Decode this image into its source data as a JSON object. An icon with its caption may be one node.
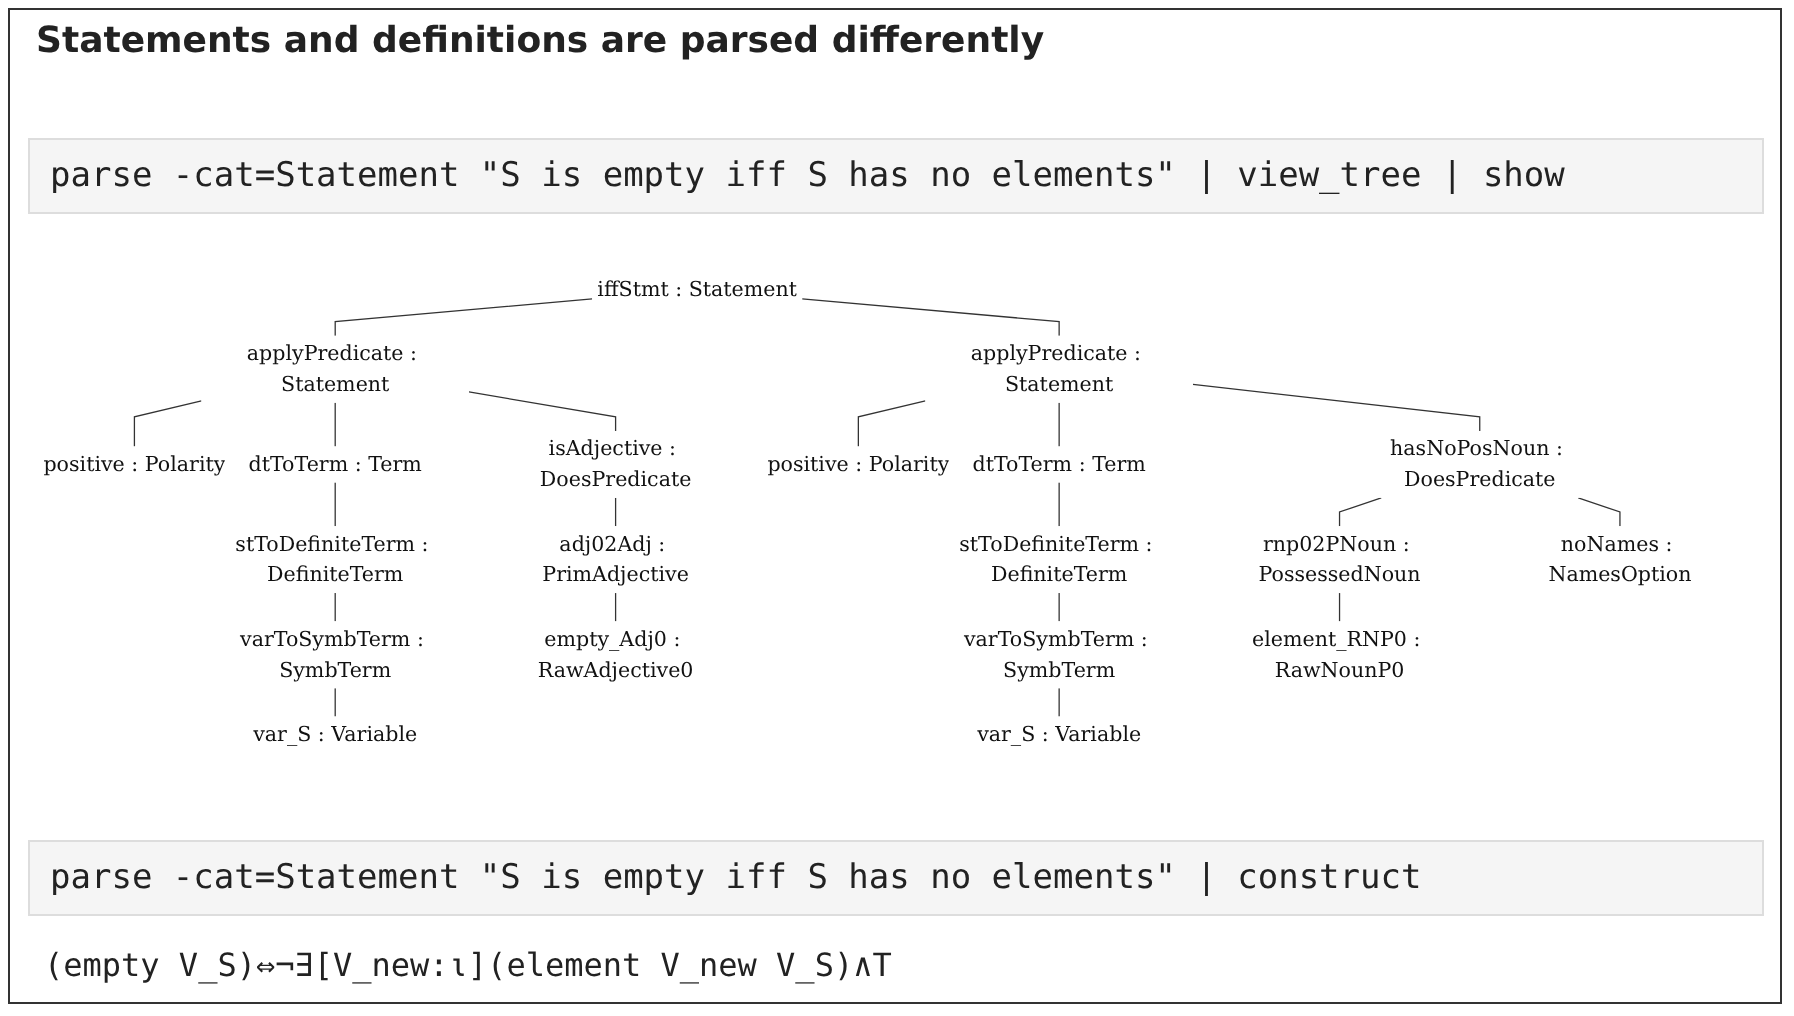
{
  "diagram": {
    "title": "Statements and definitions are parsed differently",
    "nodes": [
      {
        "text": [
          "iffStmt : Statement"
        ]
      },
      {
        "text": [
          "applyPredicate : Statement"
        ]
      },
      {
        "text": [
          "positive : Polarity"
        ]
      },
      {
        "text": [
          "dtToTerm : Term"
        ]
      },
      {
        "text": [
          "stToDefiniteTerm : DefiniteTerm"
        ]
      },
      {
        "text": [
          "varToSymbTerm : SymbTerm"
        ]
      },
      {
        "text": [
          "var_S : Variable"
        ]
      },
      {
        "text": [
          "isAdjective : DoesPredicate"
        ]
      },
      {
        "text": [
          "adj02Adj : PrimAdjective"
        ]
      },
      {
        "text": [
          "empty_Adj0 : RawAdjective0"
        ]
      },
      {
        "text": [
          "applyPredicate : Statement"
        ]
      },
      {
        "text": [
          "positive : Polarity"
        ]
      },
      {
        "text": [
          "dtToTerm : Term"
        ]
      },
      {
        "text": [
          "stToDefiniteTerm : DefiniteTerm"
        ]
      },
      {
        "text": [
          "varToSymbTerm : SymbTerm"
        ]
      },
      {
        "text": [
          "var_S : Variable"
        ]
      },
      {
        "text": [
          "hasNoPosNoun : DoesPredicate"
        ]
      },
      {
        "text": [
          "rnp02PNoun : PossessedNoun"
        ]
      },
      {
        "text": [
          "element_RNP0 : RawNounP0"
        ]
      },
      {
        "text": [
          "noNames : NamesOption"
        ]
      }
    ],
    "edges": [
      {
        "from": 0,
        "to": 1,
        "arrow": "none"
      },
      {
        "from": 0,
        "to": 10,
        "arrow": "none"
      },
      {
        "from": 1,
        "to": 2,
        "arrow": "none"
      },
      {
        "from": 1,
        "to": 3,
        "arrow": "none"
      },
      {
        "from": 1,
        "to": 7,
        "arrow": "none"
      },
      {
        "from": 3,
        "to": 4,
        "arrow": "none"
      },
      {
        "from": 4,
        "to": 5,
        "arrow": "none"
      },
      {
        "from": 5,
        "to": 6,
        "arrow": "none"
      },
      {
        "from": 7,
        "to": 8,
        "arrow": "none"
      },
      {
        "from": 8,
        "to": 9,
        "arrow": "none"
      },
      {
        "from": 10,
        "to": 11,
        "arrow": "none"
      },
      {
        "from": 10,
        "to": 12,
        "arrow": "none"
      },
      {
        "from": 10,
        "to": 16,
        "arrow": "none"
      },
      {
        "from": 12,
        "to": 13,
        "arrow": "none"
      },
      {
        "from": 13,
        "to": 14,
        "arrow": "none"
      },
      {
        "from": 14,
        "to": 15,
        "arrow": "none"
      },
      {
        "from": 16,
        "to": 17,
        "arrow": "none"
      },
      {
        "from": 16,
        "to": 19,
        "arrow": "none"
      },
      {
        "from": 17,
        "to": 18,
        "arrow": "none"
      }
    ],
    "labels": [
      "parse -cat=Statement \"S is empty iff S has no elements\" | view_tree | show",
      "parse -cat=Statement \"S is empty iff S has no elements\" | construct",
      "(empty V_S)⇔¬∃[V_new:ι](element V_new V_S)∧T"
    ]
  }
}
